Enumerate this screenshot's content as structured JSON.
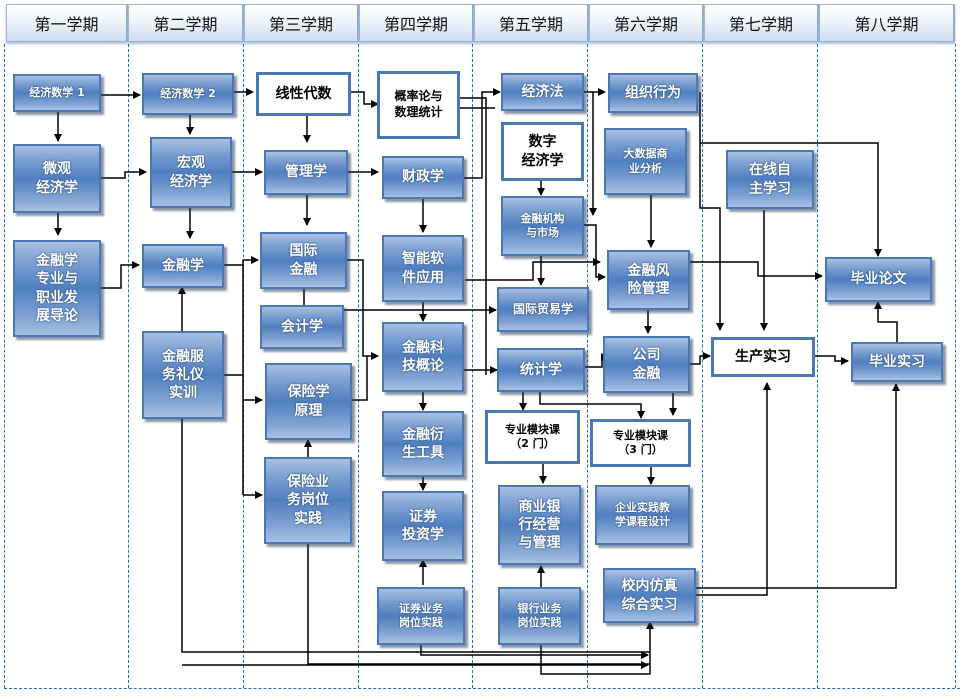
{
  "semesters": [
    "第一学期",
    "第二学期",
    "第三学期",
    "第四学期",
    "第五学期",
    "第六学期",
    "第七学期",
    "第八学期"
  ],
  "courses": {
    "math1": "经济数学 1",
    "micro": "微观\n经济学",
    "intro": "金融学\n专业与\n职业发\n展导论",
    "math2": "经济数学 2",
    "macro": "宏观\n经济学",
    "finance": "金融学",
    "etiquette": "金融服\n务礼仪\n实训",
    "linear": "线性代数",
    "mgmt": "管理学",
    "intlfin": "国际\n金融",
    "acct": "会计学",
    "insprin": "保险学\n原理",
    "inspractice": "保险业\n务岗位\n实践",
    "prob": "概率论与\n数理统计",
    "fiscal": "财政学",
    "software": "智能软\n件应用",
    "fintech": "金融科\n技概论",
    "deriv": "金融衍\n生工具",
    "invest": "证券\n投资学",
    "secpractice": "证券业务\n岗位实践",
    "econlaw": "经济法",
    "digital": "数字\n经济学",
    "institutions": "金融机构\n与市场",
    "trade": "国际贸易学",
    "stats": "统计学",
    "module2": "专业模块课\n（2 门）",
    "bank": "商业银\n行经营\n与管理",
    "bankpractice": "银行业务\n岗位实践",
    "orgbeh": "组织行为",
    "bigdata": "大数据商\n业分析",
    "risk": "金融风\n险管理",
    "corpfin": "公司\n金融",
    "module3": "专业模块课\n（3 门）",
    "enterprise": "企业实践教\n学课程设计",
    "simulation": "校内仿真\n综合实习",
    "online": "在线自\n主学习",
    "production": "生产实习",
    "thesis": "毕业论文",
    "graduation": "毕业实习"
  }
}
